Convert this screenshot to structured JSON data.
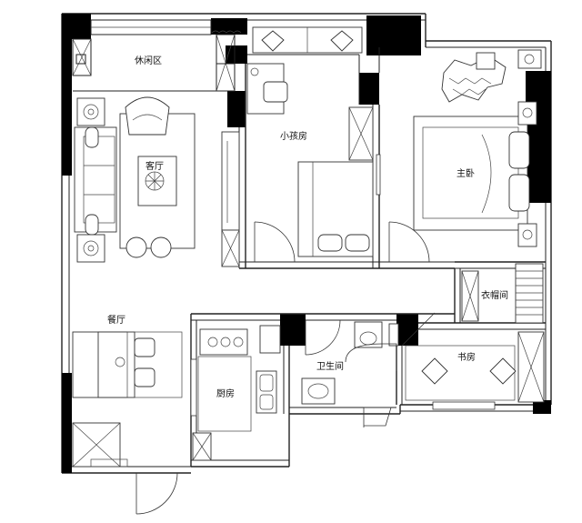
{
  "rooms": {
    "leisure": "休闲区",
    "living": "客厅",
    "kids_room": "小孩房",
    "master_bedroom": "主卧",
    "walk_in_closet": "衣帽间",
    "dining": "餐厅",
    "bathroom": "卫生间",
    "kitchen": "厨房",
    "study": "书房"
  }
}
